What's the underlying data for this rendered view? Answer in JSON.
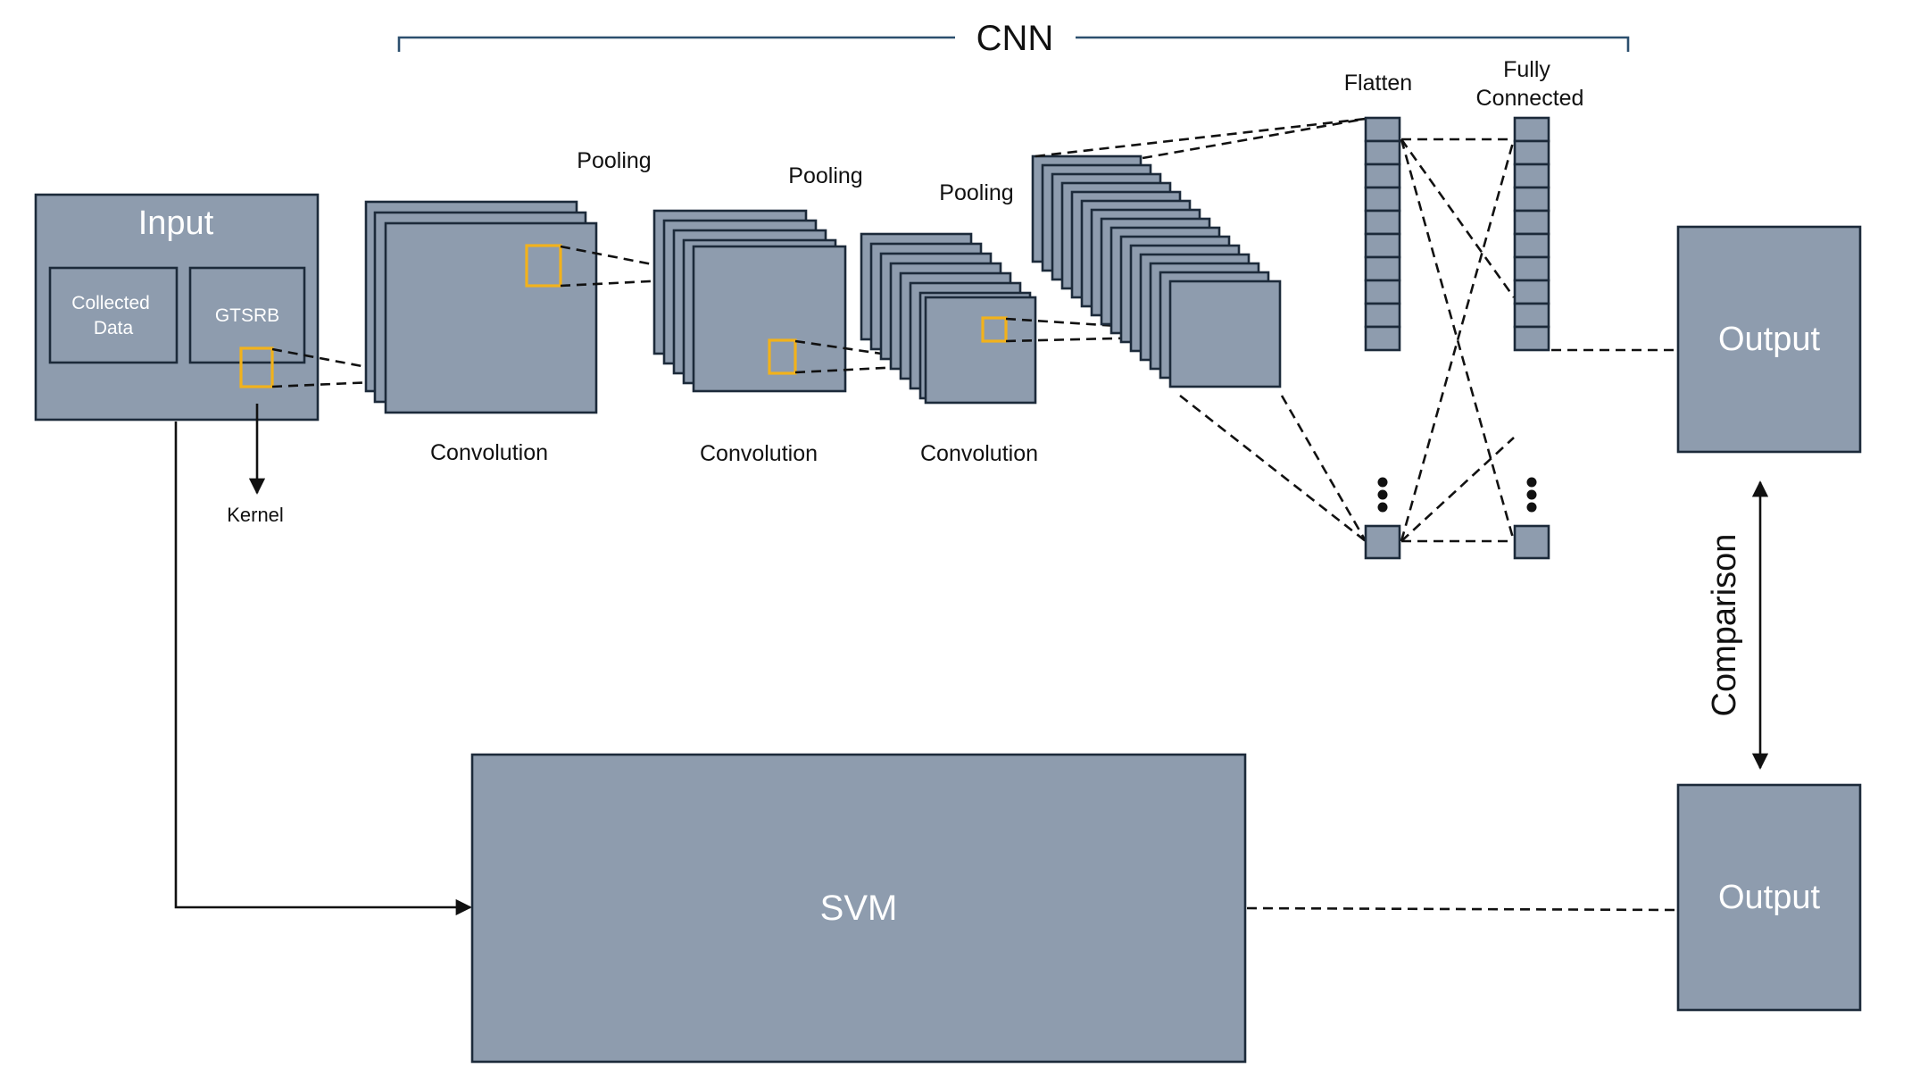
{
  "diagram": {
    "cnn_label": "CNN",
    "input": {
      "title": "Input",
      "collected_data": "Collected\nData",
      "gtsrb": "GTSRB"
    },
    "kernel_label": "Kernel",
    "layers": [
      {
        "convolution": "Convolution",
        "pooling": "Pooling"
      },
      {
        "convolution": "Convolution",
        "pooling": "Pooling"
      },
      {
        "convolution": "Convolution",
        "pooling": "Pooling"
      }
    ],
    "flatten_label": "Flatten",
    "fully_connected_label": "Fully\nConnected",
    "cnn_output_label": "Output",
    "svm_label": "SVM",
    "svm_output_label": "Output",
    "comparison_label": "Comparison",
    "colors": {
      "box_fill": "#8e9cae",
      "box_stroke": "#1c2a3a",
      "kernel": "#f2b21b",
      "cnn_bracket": "#2c4f6e"
    }
  }
}
